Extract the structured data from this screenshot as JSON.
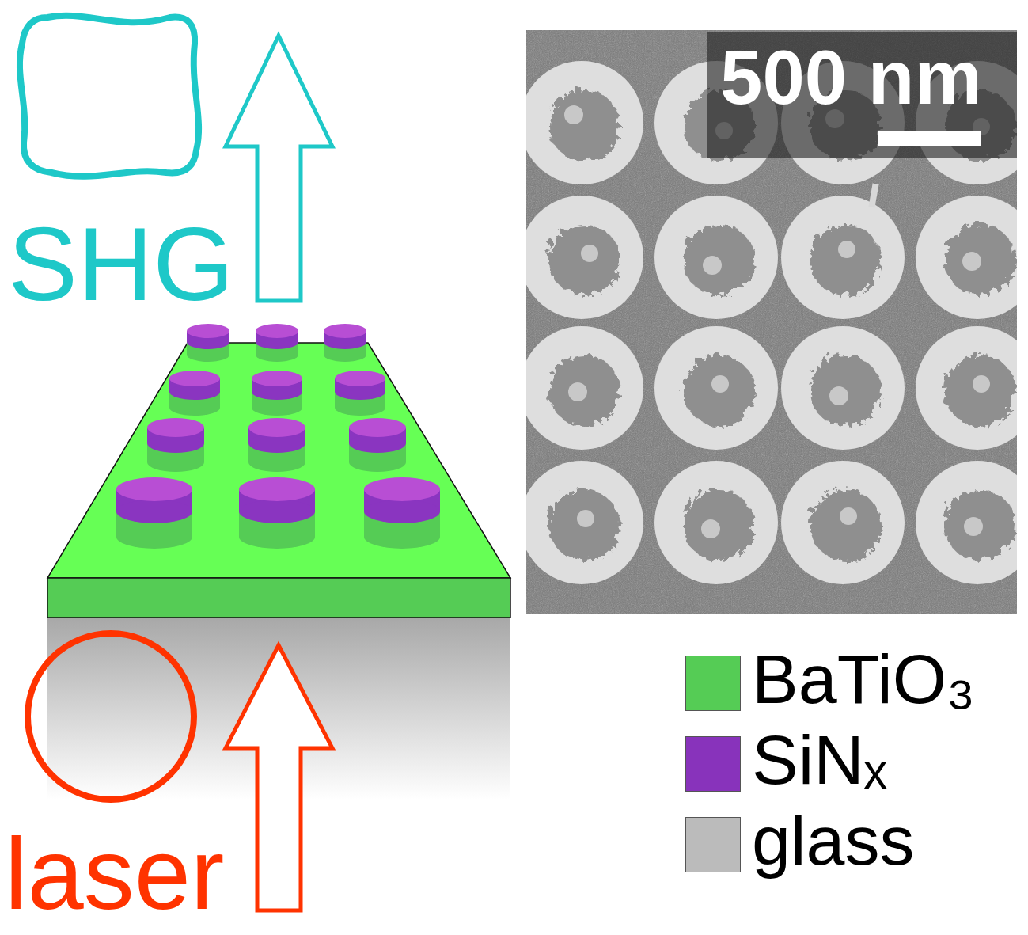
{
  "diagram": {
    "labels": [
      "SHG",
      "500 nm",
      "laser"
    ],
    "legend": [
      {
        "text": "BaTiO₃",
        "color": "#55cc55"
      },
      {
        "text": "SiNₓ",
        "color": "#8833bb"
      },
      {
        "text": "glass",
        "color": "#bbbbbb"
      }
    ]
  }
}
